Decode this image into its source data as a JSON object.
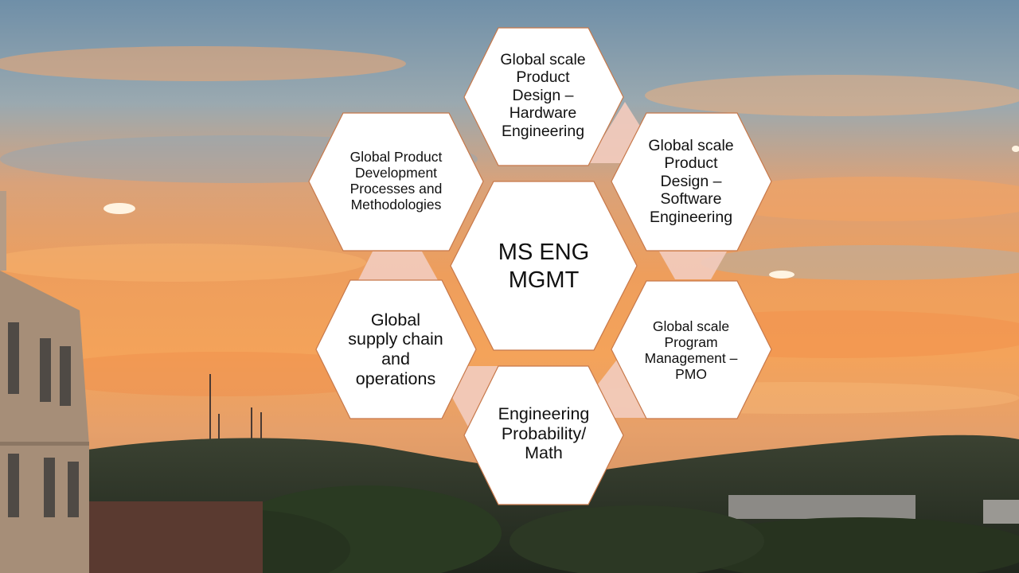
{
  "slide": {
    "center": "MS ENG MGMT",
    "hexagons": [
      {
        "id": "hardware",
        "text": "Global scale Product Design – Hardware Engineering"
      },
      {
        "id": "software",
        "text": "Global scale Product Design – Software Engineering"
      },
      {
        "id": "pmo",
        "text": "Global scale Program Management – PMO"
      },
      {
        "id": "math",
        "text": "Engineering Probability/ Math"
      },
      {
        "id": "supply",
        "text": "Global supply chain and operations"
      },
      {
        "id": "processes",
        "text": "Global Product Development Processes and Methodologies"
      }
    ]
  },
  "colors": {
    "hex_fill": "#ffffff",
    "hex_stroke": "#c7784a",
    "connector": "#f2cbbd",
    "sky_top": "#7fa6c1",
    "sunset": "#f0a055",
    "hills": "#2f3a2a"
  }
}
